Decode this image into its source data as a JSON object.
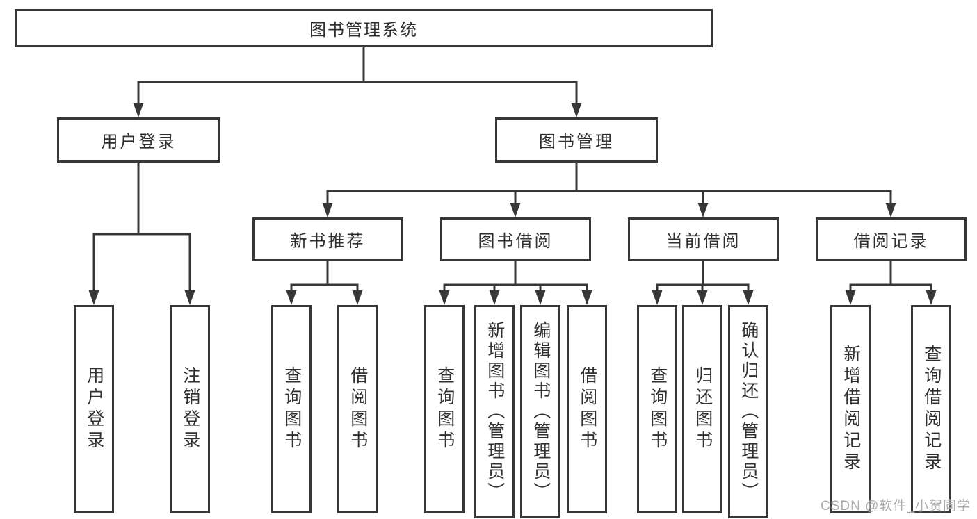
{
  "tree": {
    "label": "图书管理系统",
    "children": [
      {
        "label": "用户登录",
        "children": [
          {
            "label": "用户登录"
          },
          {
            "label": "注销登录"
          }
        ]
      },
      {
        "label": "图书管理",
        "children": [
          {
            "label": "新书推荐",
            "children": [
              {
                "label": "查询图书"
              },
              {
                "label": "借阅图书"
              }
            ]
          },
          {
            "label": "图书借阅",
            "children": [
              {
                "label": "查询图书"
              },
              {
                "label": "新增图书（管理员）"
              },
              {
                "label": "编辑图书（管理员）"
              },
              {
                "label": "借阅图书"
              }
            ]
          },
          {
            "label": "当前借阅",
            "children": [
              {
                "label": "查询图书"
              },
              {
                "label": "归还图书"
              },
              {
                "label": "确认归还（管理员）"
              }
            ]
          },
          {
            "label": "借阅记录",
            "children": [
              {
                "label": "新增借阅记录"
              },
              {
                "label": "查询借阅记录"
              }
            ]
          }
        ]
      }
    ]
  },
  "watermark": {
    "text": "CSDN @软件_小贺同学"
  },
  "colors": {
    "line": "#373737",
    "text": "#303030",
    "background": "#ffffff",
    "watermark": "#ababab"
  }
}
